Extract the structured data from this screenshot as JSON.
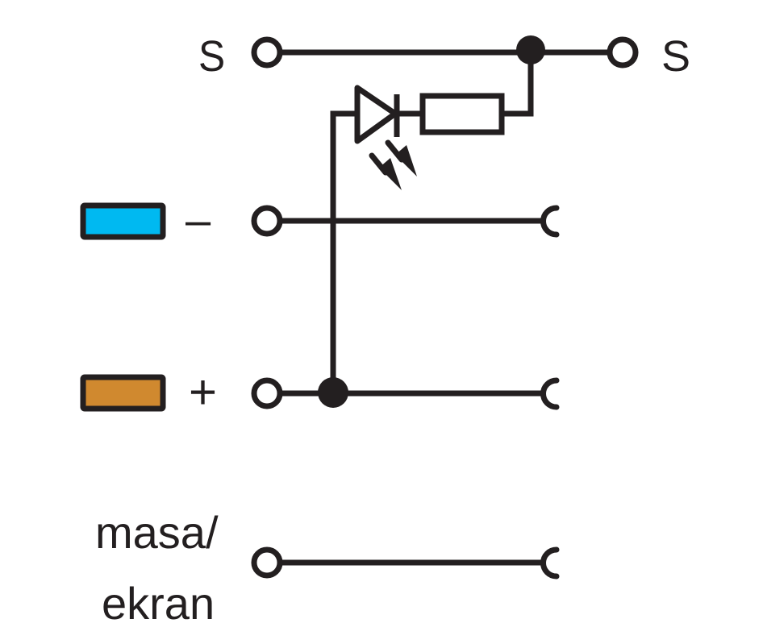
{
  "labels": {
    "s_left": "S",
    "s_right": "S",
    "minus": "–",
    "plus": "+",
    "ground_line1": "masa/",
    "ground_line2": "ekran"
  },
  "colors": {
    "line": "#231f20",
    "minus_marker": "#00b9f1",
    "plus_marker": "#d0892f"
  }
}
